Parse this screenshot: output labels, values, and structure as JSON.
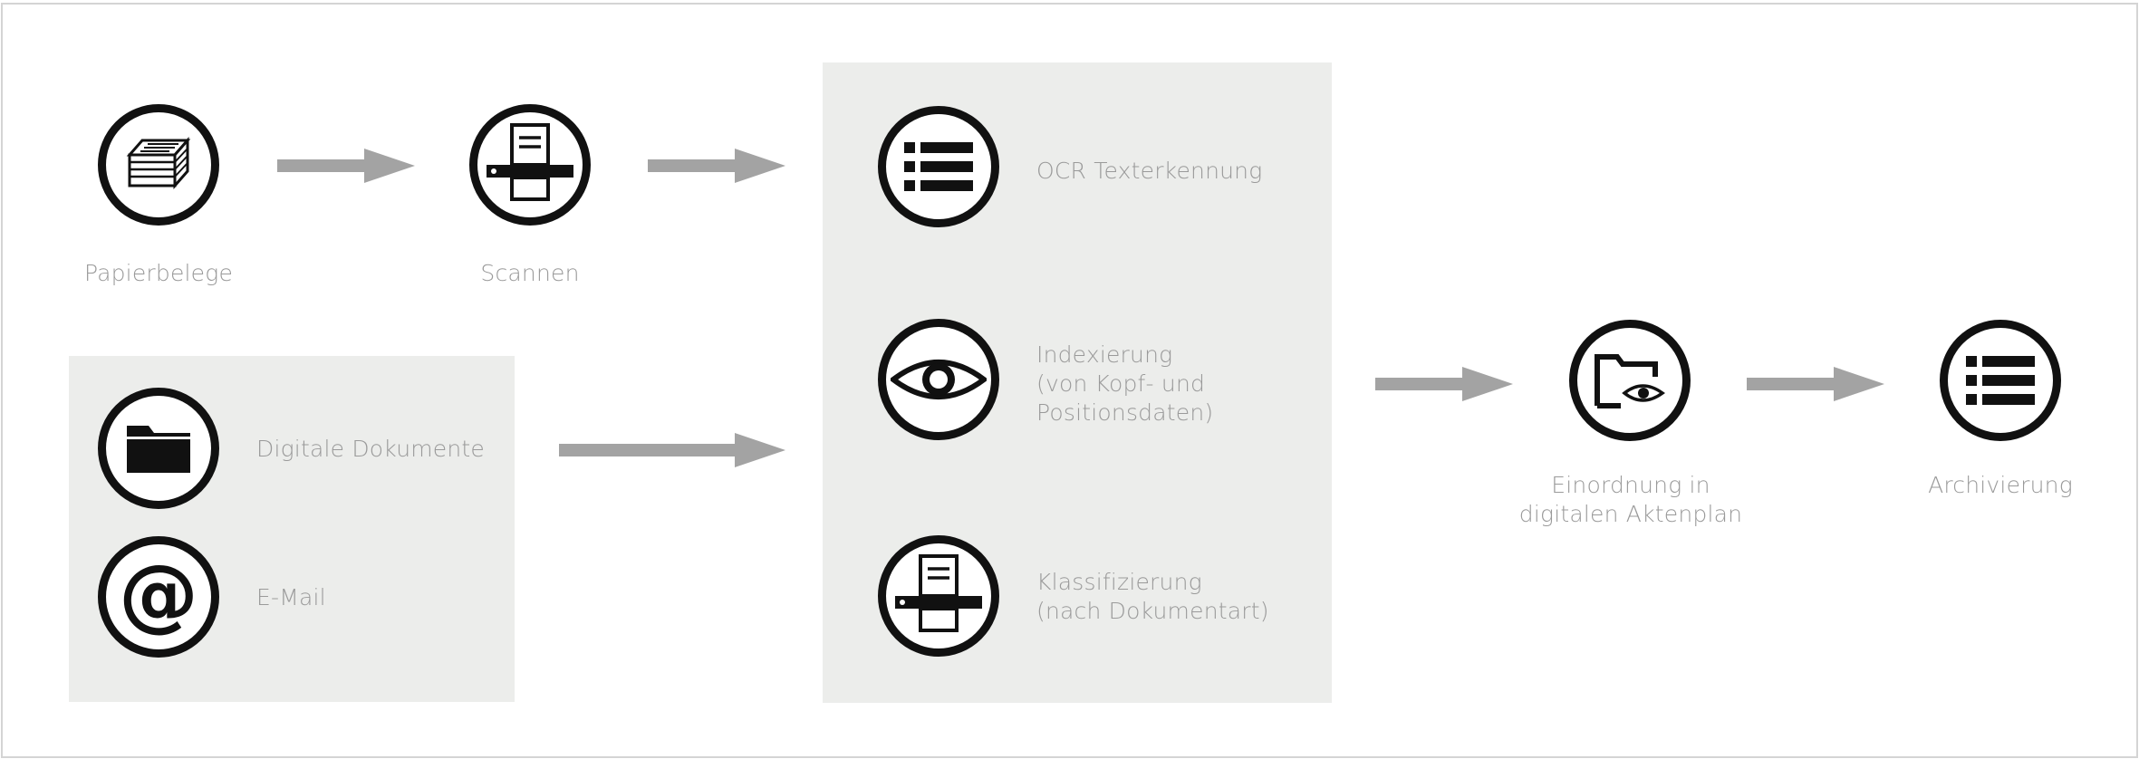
{
  "steps": {
    "papierbelege": {
      "label": "Papierbelege",
      "icon": "paper-stack-icon"
    },
    "scannen": {
      "label": "Scannen",
      "icon": "scanner-icon"
    },
    "digitale_dokumente": {
      "label": "Digitale Dokumente",
      "icon": "folder-icon"
    },
    "email": {
      "label": "E-Mail",
      "icon": "at-sign-icon"
    },
    "ocr": {
      "label": "OCR Texterkennung",
      "icon": "list-icon"
    },
    "indexierung": {
      "lines": [
        "Indexierung",
        "(von Kopf- und",
        "Positionsdaten)"
      ],
      "icon": "eye-icon"
    },
    "klassifizierung": {
      "lines": [
        "Klassifizierung",
        "(nach Dokumentart)"
      ],
      "icon": "scanner-icon"
    },
    "einordnung": {
      "lines": [
        "Einordnung in",
        "digitalen Aktenplan"
      ],
      "icon": "folder-eye-icon"
    },
    "archivierung": {
      "label": "Archivierung",
      "icon": "list-icon"
    }
  },
  "email_symbol": "@",
  "colors": {
    "panel": "#ecedeb",
    "arrow": "#a3a3a3",
    "icon_stroke": "#111111",
    "label": "#9a9a9a",
    "frame": "#d4d4d4"
  }
}
